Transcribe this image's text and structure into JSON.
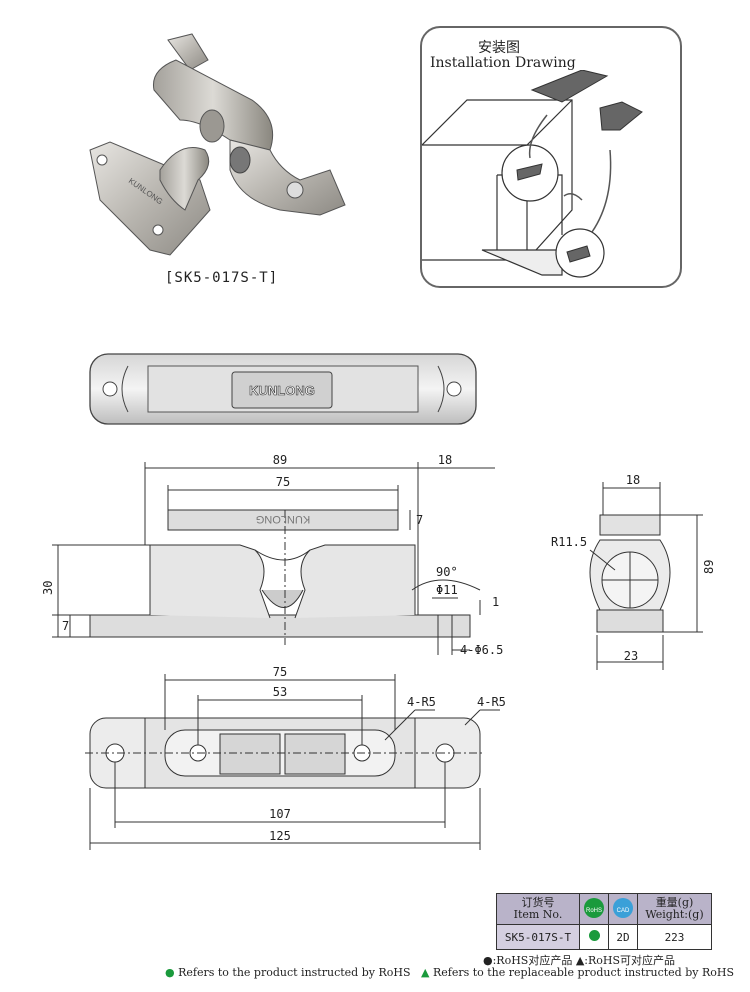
{
  "product": {
    "label": "[SK5-017S-T]",
    "logo_text": "KUNLONG"
  },
  "install": {
    "title_cn": "安装图",
    "title_en": "Installation Drawing"
  },
  "dims": {
    "front_89": "89",
    "front_18": "18",
    "front_75": "75",
    "front_7": "7",
    "front_30": "30",
    "front_7b": "7",
    "front_90": "90°",
    "front_phi11": "Φ11",
    "front_1": "1",
    "front_phi65": "4-Φ6.5",
    "side_18": "18",
    "side_r": "R11.5",
    "side_89": "89",
    "side_23": "23",
    "bot_75": "75",
    "bot_53": "53",
    "bot_r5a": "4-R5",
    "bot_r5b": "4-R5",
    "bot_107": "107",
    "bot_125": "125"
  },
  "spec_table": {
    "h_order_cn": "订货号",
    "h_order_en": "Item No.",
    "h_weight_cn": "重量(g)",
    "h_weight_en": "Weight:(g)",
    "rohs_icon_text": "RoHS",
    "cad_icon_text": "CAD",
    "item_no": "SK5-017S-T",
    "cad": "2D",
    "weight": "223",
    "rohs_status_color": "#1a9a3c"
  },
  "legend": {
    "line1": "●:RoHS对应产品   ▲:RoHS可对应产品",
    "line2_a": "Refers to the product instructed by RoHS",
    "line2_b": "Refers to the replaceable product instructed by RoHS",
    "green": "#1a9a3c"
  }
}
